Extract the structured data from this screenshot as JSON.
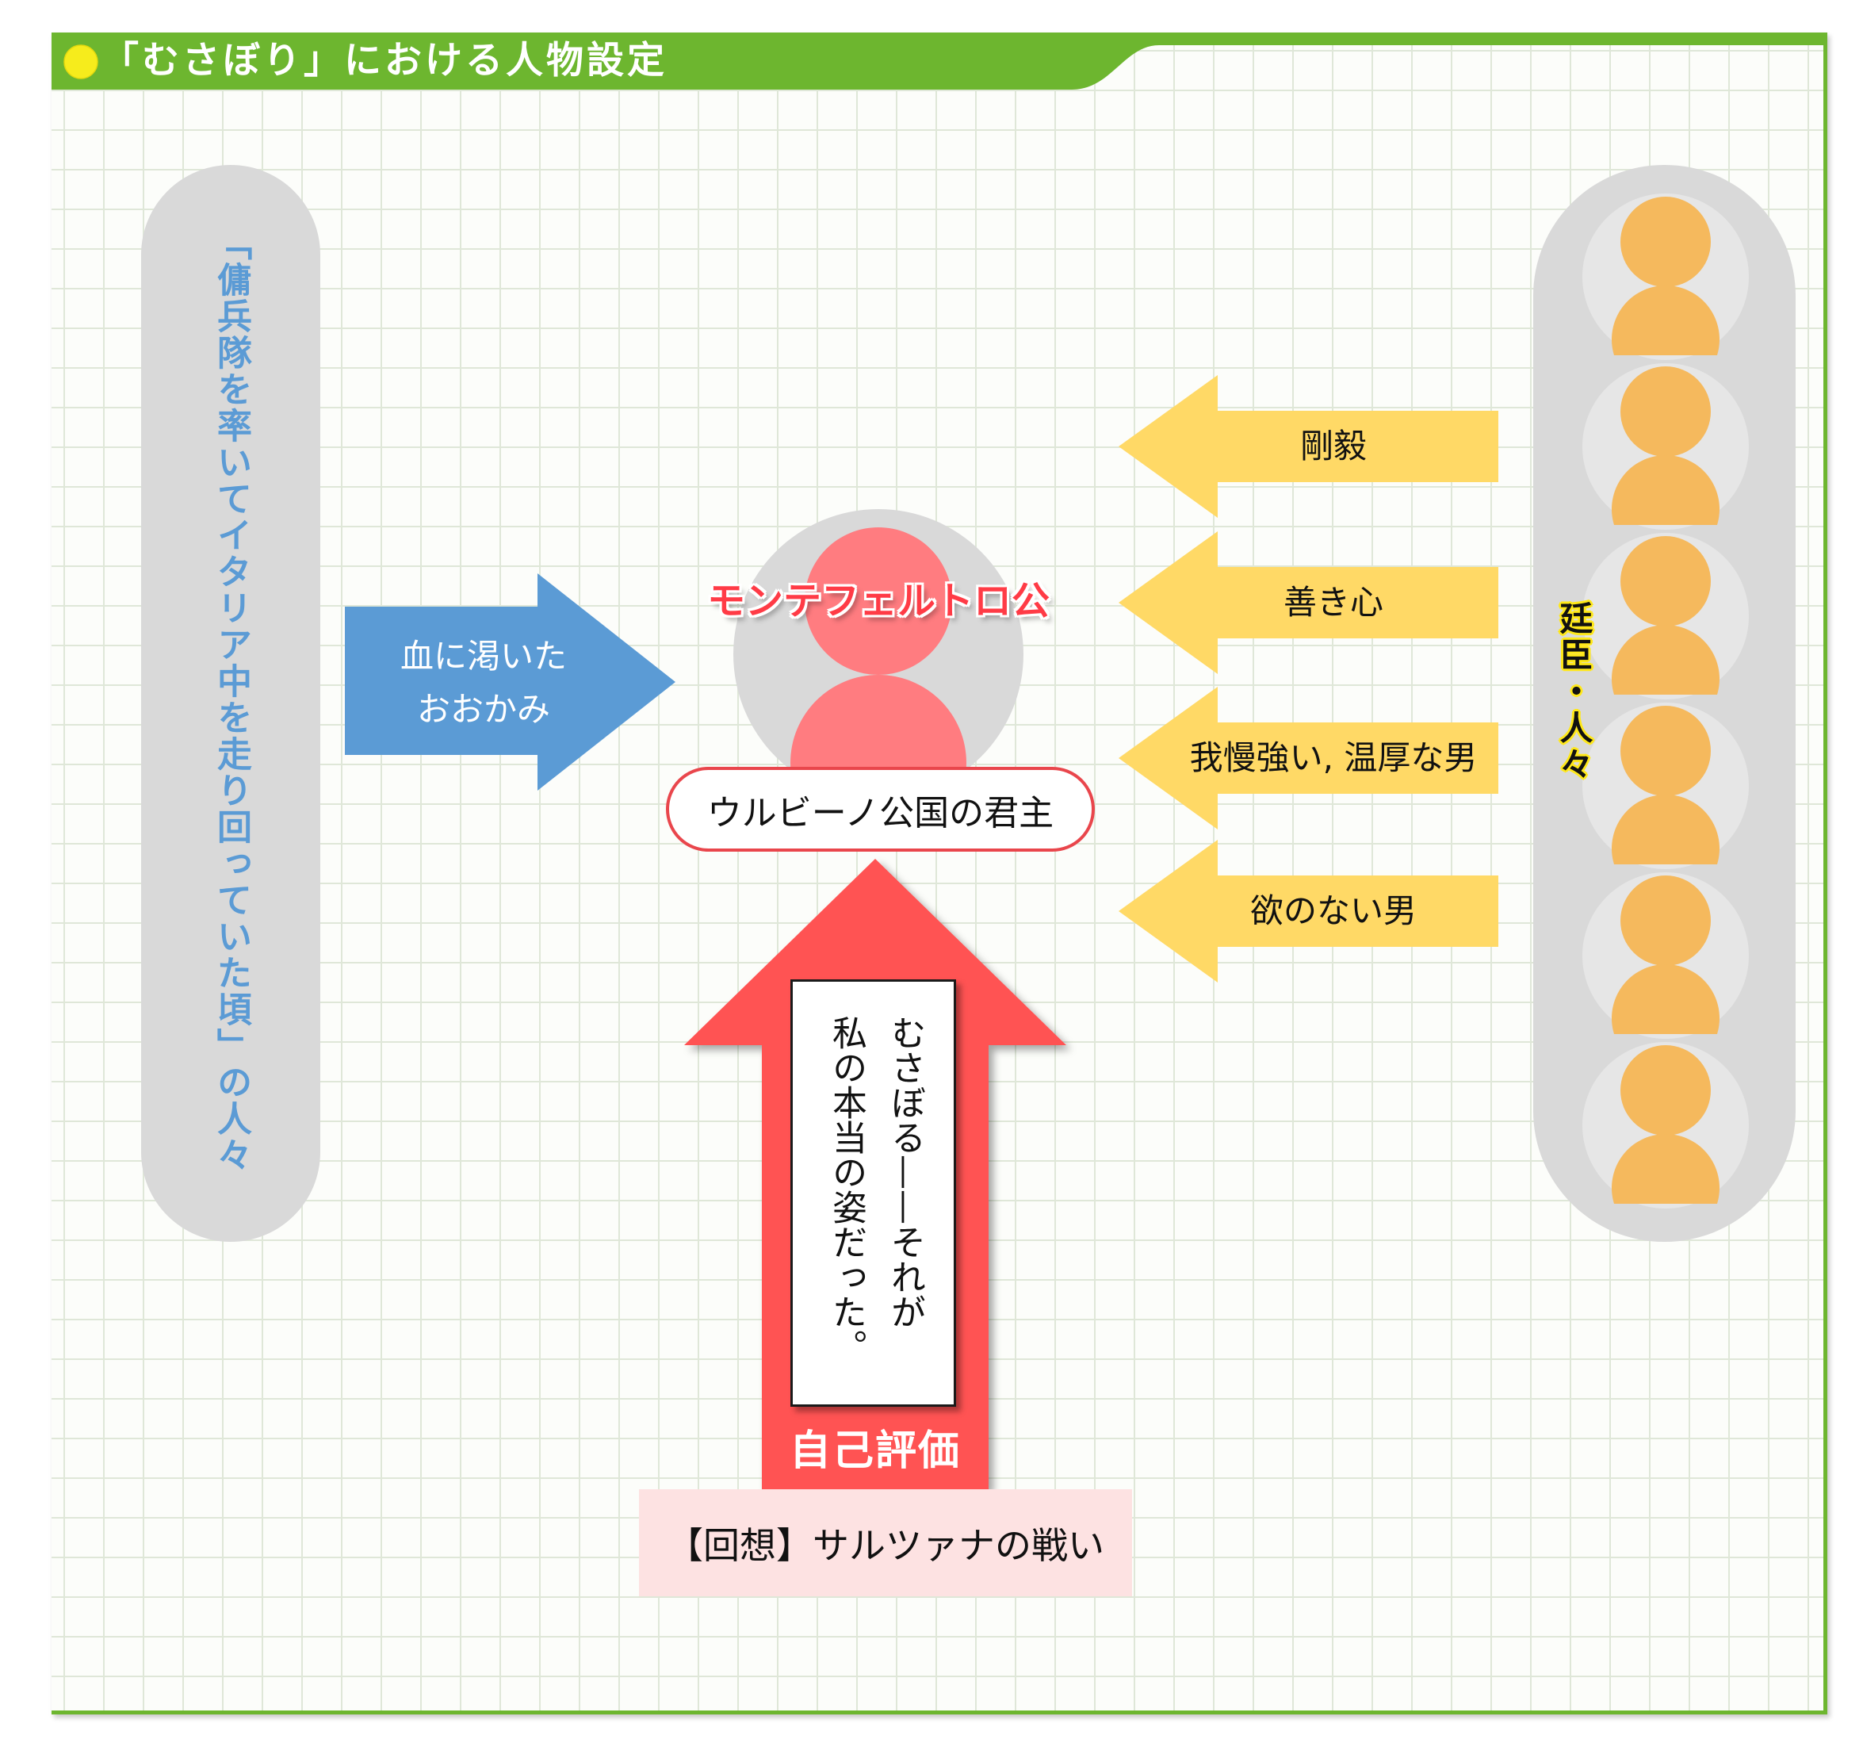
{
  "header": {
    "title": "「むさぼり」における人物設定",
    "bullet_icon": "yellow-dot-icon"
  },
  "left_group": {
    "label": "「傭兵隊を率いてイタリア中を走り回っていた頃」の人々"
  },
  "reputation_arrow": {
    "line1": "血に渇いた",
    "line2": "おおかみ"
  },
  "protagonist": {
    "name": "モンテフェルトロ公",
    "role": "ウルビーノ公国の君主"
  },
  "self_evaluation": {
    "quote_line1": "むさぼる——それが",
    "quote_line2": "私の本当の姿だった。",
    "label": "自己評価",
    "source": "【回想】サルツァナの戦い"
  },
  "courtiers": {
    "label": "廷臣・人々",
    "traits": [
      "剛毅",
      "善き心",
      "我慢強い, 温厚な男",
      "欲のない男"
    ]
  },
  "colors": {
    "frame_green": "#6db62f",
    "bullet_yellow": "#f6ec1c",
    "grid_line": "#dfe7d8",
    "pill_gray": "#d9d9d9",
    "icon_bg_gray": "#e6e6e6",
    "blue": "#5b9bd5",
    "figure_pink": "#ff7c80",
    "name_red": "#ff3b46",
    "arrow_red": "#ff5353",
    "source_pink": "#fde2e2",
    "courtier_orange": "#f5b95d",
    "trait_yellow": "#ffd966",
    "role_border": "#e9464c",
    "label_glow": "#ffe81a"
  }
}
